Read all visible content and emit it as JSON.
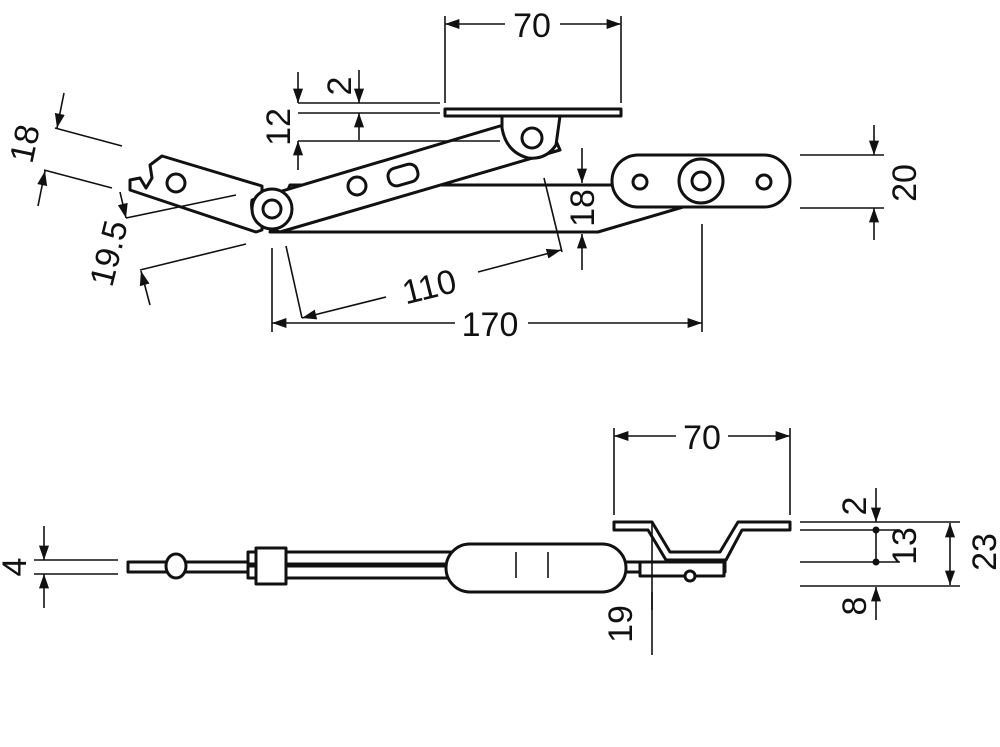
{
  "top_view": {
    "dimensions": {
      "flange_width": "70",
      "plate_offset": "2",
      "plate_drop": "12",
      "arm_width": "18",
      "arm_offset": "19.5",
      "arm_height": "18",
      "link_length": "110",
      "overall_length": "170",
      "end_plate_width": "20"
    }
  },
  "side_view": {
    "dimensions": {
      "flange_width": "70",
      "thickness": "4",
      "flange_thickness": "2",
      "step_height": "13",
      "total_height": "23",
      "base_height": "8",
      "drop_height": "19"
    }
  }
}
